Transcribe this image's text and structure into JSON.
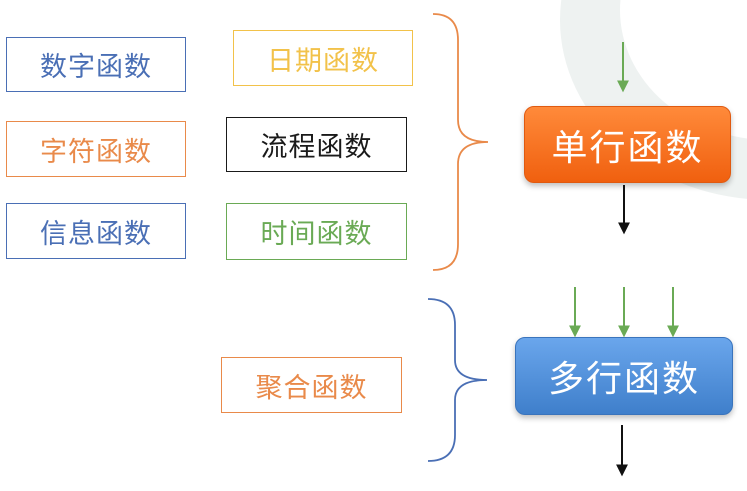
{
  "functions": {
    "numeric": "数字函数",
    "string": "字符函数",
    "info": "信息函数",
    "date": "日期函数",
    "flow": "流程函数",
    "time": "时间函数",
    "aggregate": "聚合函数"
  },
  "targets": {
    "single_row": "单行函数",
    "multi_row": "多行函数"
  },
  "colors": {
    "blue": "#4a6fb5",
    "orange": "#e98a4a",
    "yellow": "#f2c24a",
    "black": "#1a1a1a",
    "green": "#6aaa55",
    "single_row_fill": "#f5701c",
    "multi_row_fill": "#4f8fd8"
  }
}
